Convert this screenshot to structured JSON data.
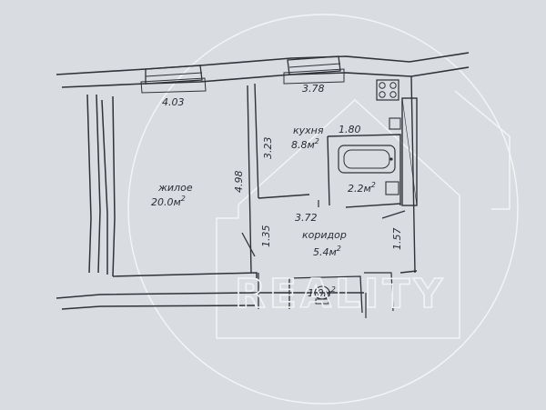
{
  "dimensions": {
    "living_top": "4.03",
    "kitchen_top": "3.78",
    "kitchen_wall": "3.23",
    "bath_width": "1.80",
    "living_wall": "4.98",
    "hall_width": "3.72",
    "hall_left": "1.35",
    "hall_right": "1.57"
  },
  "rooms": {
    "kitchen": {
      "name": "кухня",
      "area": "8.8м",
      "sup": "2"
    },
    "living": {
      "name": "жилое",
      "area": "20.0м",
      "sup": "2"
    },
    "bath": {
      "area": "2.2м",
      "sup": "2"
    },
    "corridor": {
      "name": "коридор",
      "area": "5.4м",
      "sup": "2"
    },
    "toilet": {
      "area": "1.0м",
      "sup": "2"
    }
  },
  "watermark": "REALITY",
  "colors": {
    "paper": "#d9dde2",
    "ink": "#2f3237",
    "watermark": "#f2f3f5"
  }
}
